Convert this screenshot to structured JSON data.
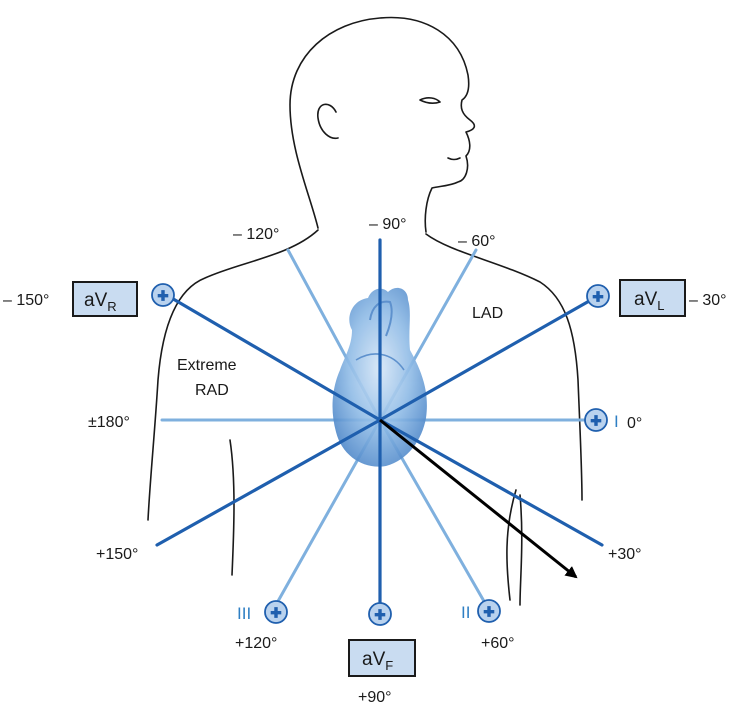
{
  "diagram": {
    "angles": {
      "neg150": "– 150°",
      "neg120": "– 120°",
      "neg90": "– 90°",
      "neg60": "– 60°",
      "neg30": "– 30°",
      "zero": "0°",
      "pos30": "+30°",
      "pos60": "+60°",
      "pos90": "+90°",
      "pos120": "+120°",
      "pos150": "+150°",
      "pm180": "±180°"
    },
    "regions": {
      "lad": "LAD",
      "extreme_line1": "Extreme",
      "extreme_line2": "RAD"
    },
    "leads": {
      "avr_base": "aV",
      "avr_sub": "R",
      "avl_base": "aV",
      "avl_sub": "L",
      "avf_base": "aV",
      "avf_sub": "F",
      "lead_i": "I",
      "lead_ii": "II",
      "lead_iii": "III"
    },
    "electrode_symbol": "+",
    "colors": {
      "limb_axis": "#1f5fae",
      "augmented_axis": "#7fb0de",
      "box_fill": "#c9dcf1",
      "electrode_fill": "#b9d2ee",
      "heart": "#6fa3da",
      "vector": "#000000"
    }
  }
}
